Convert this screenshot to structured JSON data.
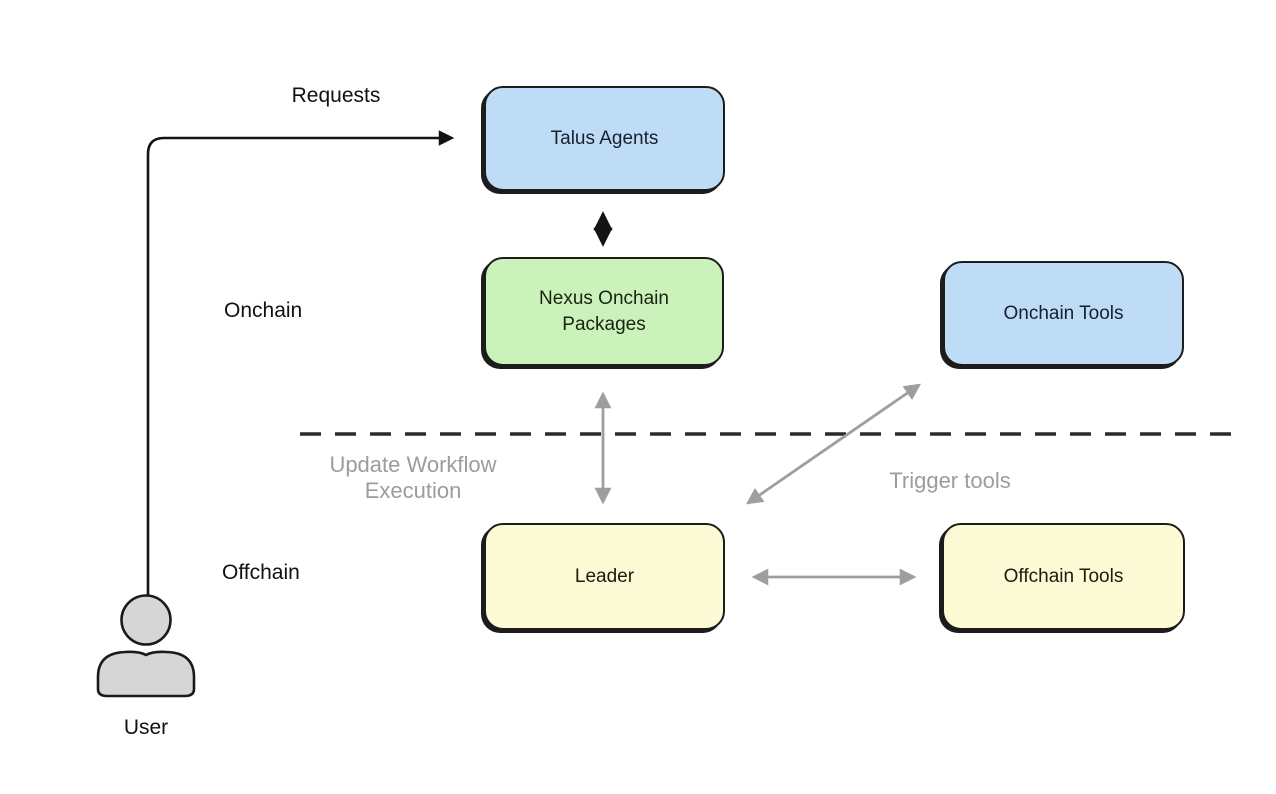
{
  "diagram": {
    "nodes": {
      "talus": {
        "label": "Talus Agents",
        "fill": "#bfdcf7"
      },
      "nexus": {
        "label": "Nexus Onchain Packages",
        "fill": "#ccf2bc"
      },
      "onchain_tools": {
        "label": "Onchain Tools",
        "fill": "#bfdcf7"
      },
      "leader": {
        "label": "Leader",
        "fill": "#fdfad6"
      },
      "offchain_tools": {
        "label": "Offchain Tools",
        "fill": "#fdfad6"
      }
    },
    "edge_labels": {
      "requests": "Requests",
      "update_workflow_execution": "Update Workflow Execution",
      "trigger_tools": "Trigger tools"
    },
    "zone_labels": {
      "onchain": "Onchain",
      "offchain": "Offchain"
    },
    "actor": {
      "label": "User"
    },
    "colors": {
      "background": "#ffffff",
      "node_border": "#1c1c1c",
      "blue_fill": "#bfdcf7",
      "green_fill": "#ccf2bc",
      "yellow_fill": "#fdfad6",
      "arrow_black": "#141414",
      "arrow_gray": "#9e9e9e",
      "divider_dark": "#2b2b2b",
      "label_gray": "#9c9c9c",
      "user_fill": "#d6d6d6"
    }
  }
}
